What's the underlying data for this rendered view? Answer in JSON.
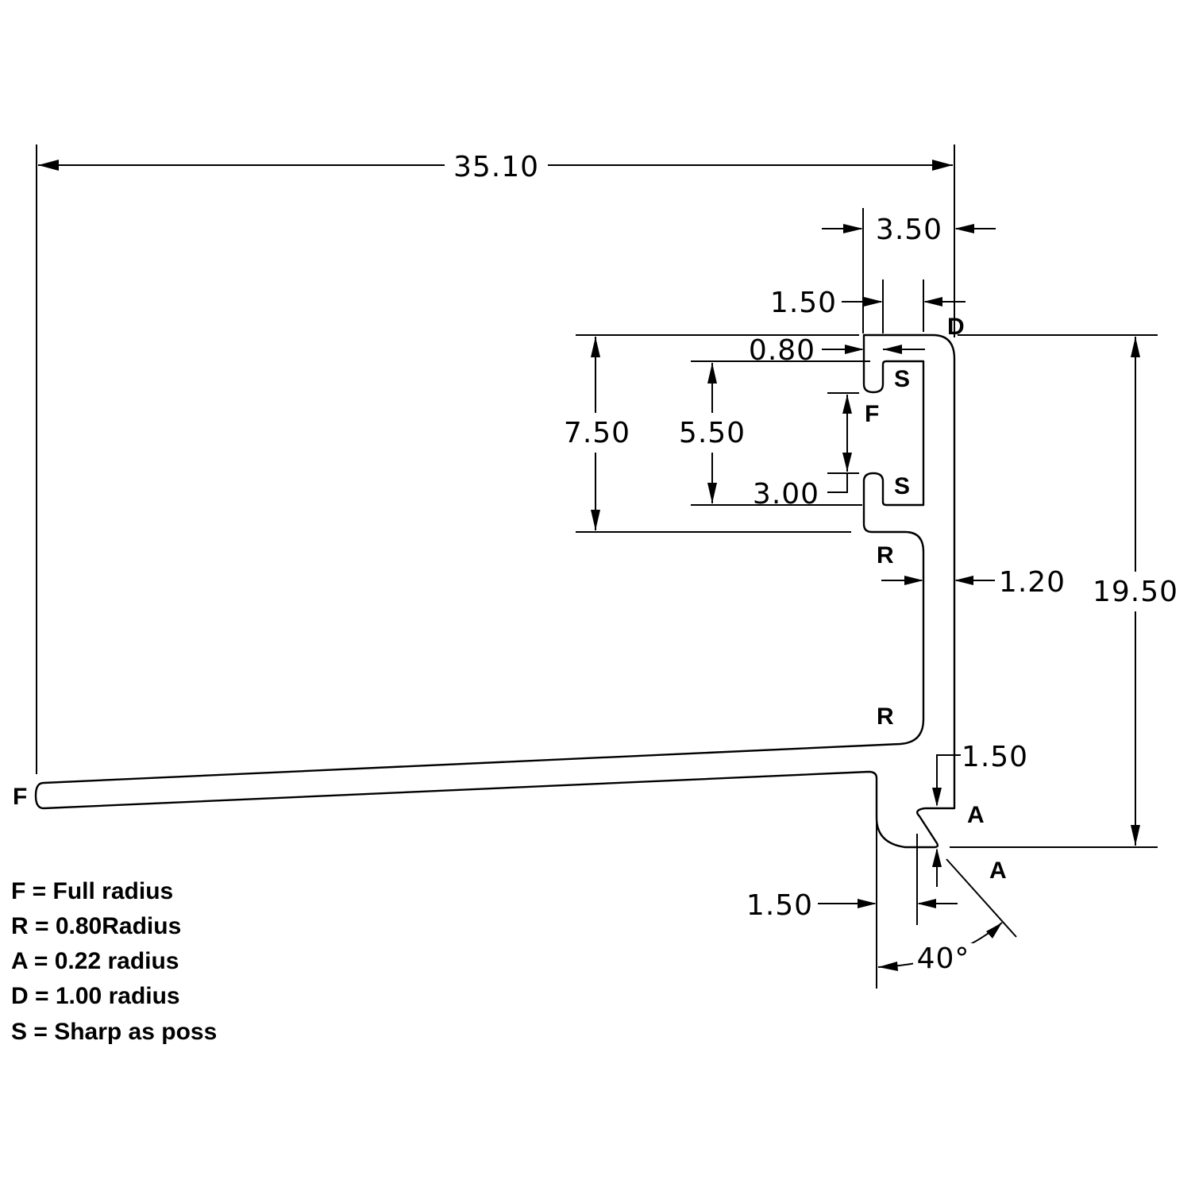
{
  "dimensions": {
    "overall_width": "35.10",
    "top_width": "3.50",
    "gap_width": "1.50",
    "lip": "0.80",
    "outer_height": "7.50",
    "inner_height": "5.50",
    "slot": "3.00",
    "wall": "1.20",
    "total_height": "19.50",
    "foot_height": "1.50",
    "foot_width": "1.50",
    "angle": "40°"
  },
  "labels": {
    "F": "F",
    "S": "S",
    "R": "R",
    "A": "A",
    "D": "D"
  },
  "legend": [
    "F = Full radius",
    "R = 0.80Radius",
    "A = 0.22 radius",
    "D = 1.00 radius",
    "S = Sharp as poss"
  ]
}
